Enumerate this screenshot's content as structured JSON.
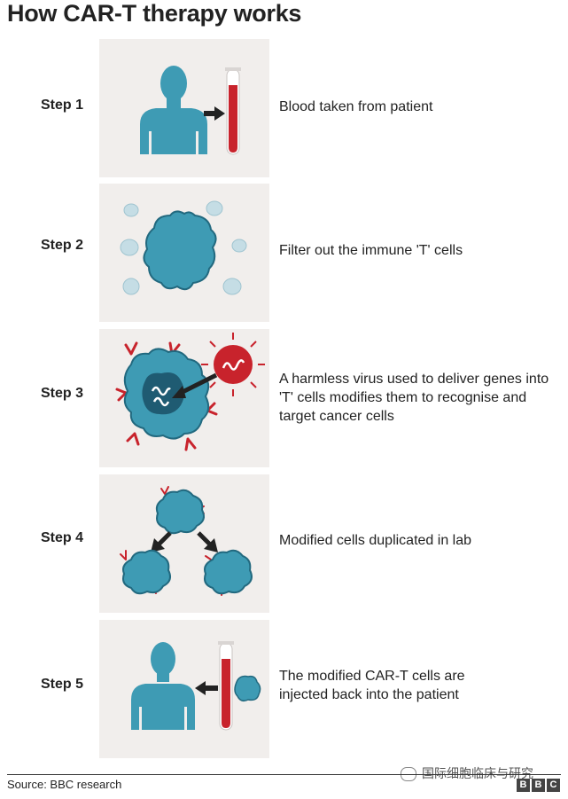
{
  "title": "How CAR-T therapy works",
  "steps": [
    {
      "label": "Step 1",
      "description": "Blood taken from patient"
    },
    {
      "label": "Step 2",
      "description": "Filter out the immune 'T' cells"
    },
    {
      "label": "Step 3",
      "description": "A harmless virus used to deliver genes into 'T' cells  modifies them to recognise and target cancer cells"
    },
    {
      "label": "Step 4",
      "description": "Modified cells duplicated in lab"
    },
    {
      "label": "Step 5",
      "description": "The modified CAR-T cells are injected back into the patient"
    }
  ],
  "footer": {
    "source": "Source: BBC research",
    "watermark": "国际细胞临床与研究",
    "logo_letters": [
      "B",
      "B",
      "C"
    ]
  },
  "colors": {
    "teal": "#3e9bb4",
    "dark_teal": "#22697f",
    "red": "#c8232c",
    "panel": "#f1eeec",
    "pale_cell": "#c5dde5"
  }
}
